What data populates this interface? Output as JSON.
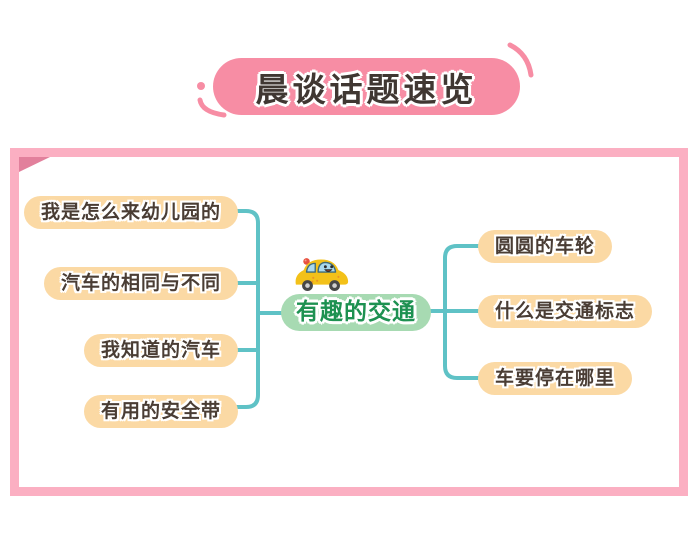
{
  "header": {
    "title": "晨谈话题速览"
  },
  "mindmap": {
    "center": {
      "label": "有趣的交通",
      "icon": "car-icon"
    },
    "left_branches": [
      {
        "label": "我是怎么来幼儿园的"
      },
      {
        "label": "汽车的相同与不同"
      },
      {
        "label": "我知道的汽车"
      },
      {
        "label": "有用的安全带"
      }
    ],
    "right_branches": [
      {
        "label": "圆圆的车轮"
      },
      {
        "label": "什么是交通标志"
      },
      {
        "label": "车要停在哪里"
      }
    ]
  },
  "colors": {
    "banner_pink": "#f78da4",
    "banner_text": "#403732",
    "card_border_pink": "#fbafc2",
    "fold_corner_pink": "#e2809c",
    "connector_teal": "#5fc2c6",
    "branch_pill_fill": "#fbd9a4",
    "branch_pill_text": "#4a3d34",
    "center_node_fill": "#a7dab2",
    "center_node_text": "#1d9151",
    "car_body_yellow": "#f3c119",
    "background": "#ffffff"
  }
}
